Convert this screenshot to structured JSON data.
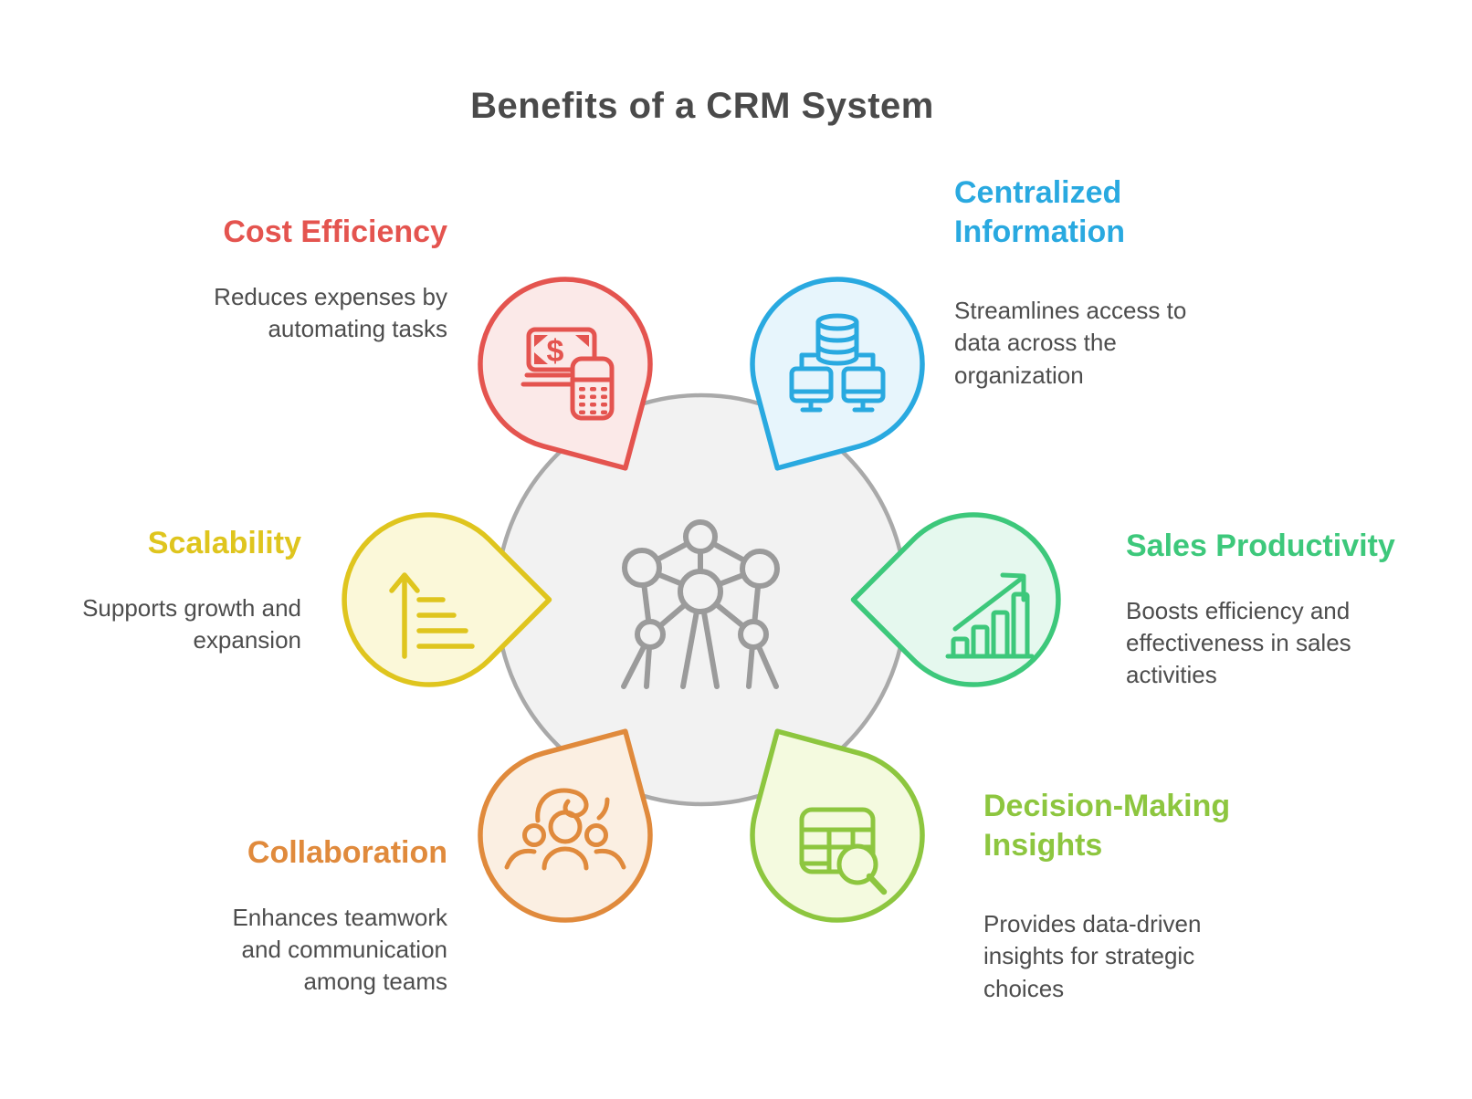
{
  "title": "Benefits of a CRM System",
  "title_color": "#4A4A4A",
  "text_color": "#4D4D4D",
  "hub": {
    "fill": "#F2F2F2",
    "stroke": "#A9A9A9",
    "icon": "network-nodes",
    "icon_color": "#9B9B9B"
  },
  "benefits": [
    {
      "label": "Cost Efficiency",
      "description": "Reduces expenses by automating tasks",
      "color": "#E4544F",
      "fill": "#FBE9E8",
      "icon": "money-calculator",
      "icon_glyph": "$"
    },
    {
      "label": "Centralized Information",
      "description": "Streamlines access to data across the organization",
      "color": "#29A9E0",
      "fill": "#E7F5FC",
      "icon": "database-monitors"
    },
    {
      "label": "Sales Productivity",
      "description": "Boosts efficiency and effectiveness in sales activities",
      "color": "#3DC87B",
      "fill": "#E5F8EE",
      "icon": "growth-chart-arrow"
    },
    {
      "label": "Decision-Making Insights",
      "description": "Provides data-driven insights for strategic choices",
      "color": "#8DC63F",
      "fill": "#F4FADF",
      "icon": "table-magnifier"
    },
    {
      "label": "Collaboration",
      "description": "Enhances teamwork and communication among teams",
      "color": "#E08A3C",
      "fill": "#FBEFE2",
      "icon": "team-hands"
    },
    {
      "label": "Scalability",
      "description": "Supports growth and expansion",
      "color": "#DFC51E",
      "fill": "#FBF8D9",
      "icon": "growth-arrow-lines"
    }
  ]
}
